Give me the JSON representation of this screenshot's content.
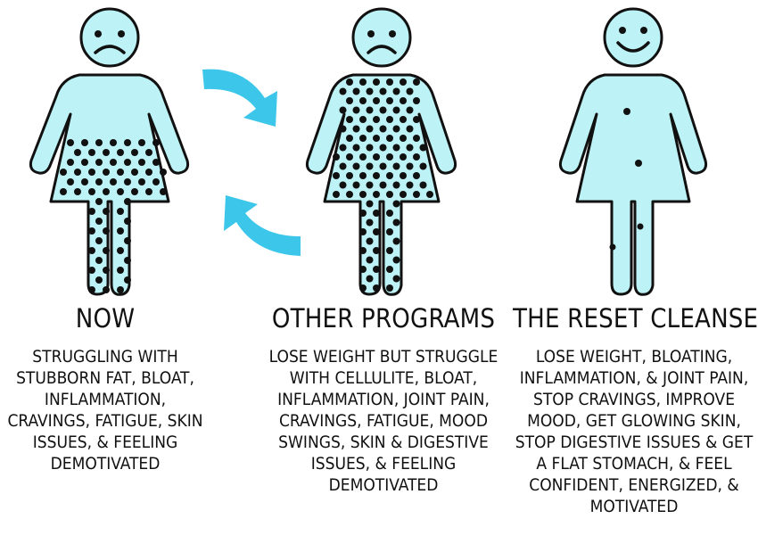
{
  "colors": {
    "figure_fill": "#bdf3f6",
    "figure_outline": "#111111",
    "dot": "#111111",
    "arrow": "#3cc6ea"
  },
  "columns": [
    {
      "title": "NOW",
      "face": "sad",
      "description": "STRUGGLING WITH\nSTUBBORN FAT, BLOAT,\nINFLAMMATION,\nCRAVINGS, FATIGUE, SKIN\nISSUES, & FEELING\nDEMOTIVATED"
    },
    {
      "title": "OTHER PROGRAMS",
      "face": "sad",
      "description": "LOSE WEIGHT BUT STRUGGLE\nWITH CELLULITE, BLOAT,\nINFLAMMATION, JOINT PAIN,\nCRAVINGS, FATIGUE, MOOD\nSWINGS, SKIN  & DIGESTIVE\nISSUES, & FEELING\nDEMOTIVATED"
    },
    {
      "title": "THE RESET CLEANSE",
      "face": "happy",
      "description": "LOSE WEIGHT, BLOATING,\nINFLAMMATION, & JOINT PAIN,\nSTOP CRAVINGS, IMPROVE\nMOOD, GET GLOWING SKIN,\nSTOP DIGESTIVE ISSUES & GET\nA FLAT STOMACH, & FEEL\nCONFIDENT, ENERGIZED, &\nMOTIVATED"
    }
  ],
  "arrows": [
    {
      "icon": "curved-arrow-right-icon"
    },
    {
      "icon": "curved-arrow-left-icon"
    }
  ]
}
